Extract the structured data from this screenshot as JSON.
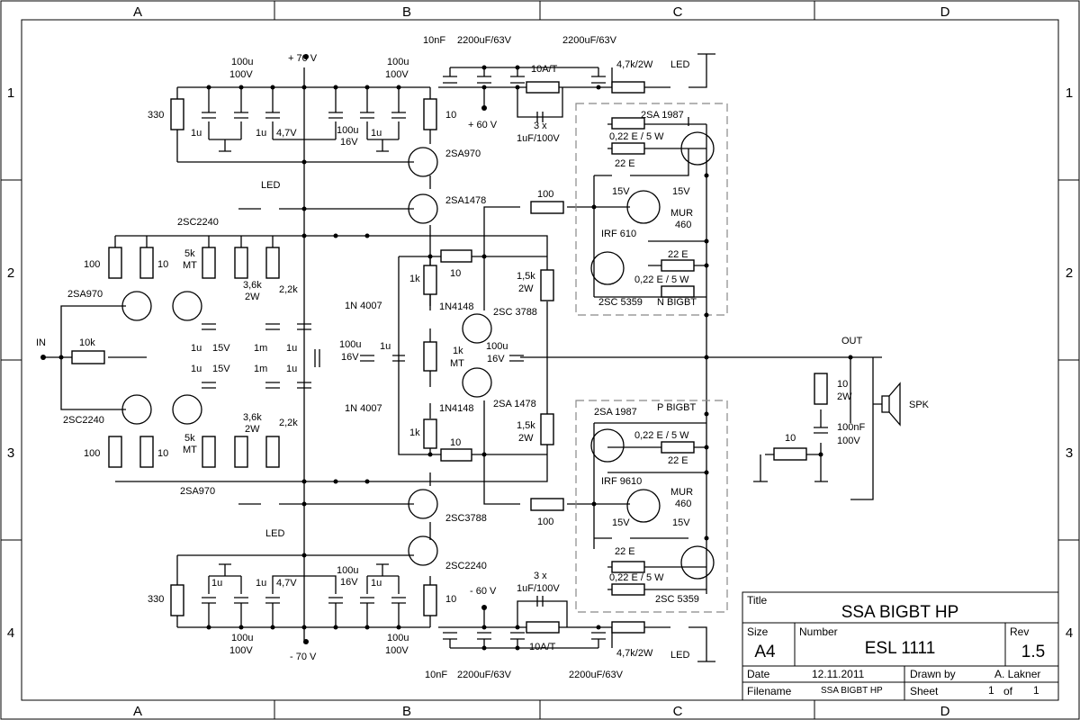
{
  "border": {
    "columns": [
      "A",
      "B",
      "C",
      "D"
    ],
    "rows": [
      "1",
      "2",
      "3",
      "4"
    ]
  },
  "title_block": {
    "title_label": "Title",
    "title": "SSA BIGBT HP",
    "size_label": "Size",
    "size": "A4",
    "number_label": "Number",
    "number": "ESL 1111",
    "rev_label": "Rev",
    "rev": "1.5",
    "date_label": "Date",
    "date": "12.11.2011",
    "drawn_label": "Drawn by",
    "drawn_by": "A. Lakner",
    "filename_label": "Filename",
    "filename": "SSA BIGBT HP",
    "sheet_label": "Sheet",
    "sheet_num": "1",
    "of_label": "of",
    "sheet_total": "1"
  },
  "labels": {
    "plus70": "+ 70 V",
    "minus70": "- 70 V",
    "plus60": "+ 60 V",
    "minus60": "- 60 V",
    "in": "IN",
    "out": "OUT",
    "spk": "SPK",
    "led": "LED",
    "r330": "330",
    "r10": "10",
    "r100": "100",
    "r10k": "10k",
    "r1k": "1k",
    "r1_5k": "1,5k",
    "r2w": "2W",
    "r3_6k": "3,6k",
    "r2_2k": "2,2k",
    "mt5k": "5k",
    "mt": "MT",
    "r22e": "22 E",
    "r022": "0,22 E / 5 W",
    "r47k": "4,7k/2W",
    "c1u": "1u",
    "c1m": "1m",
    "c100u": "100u",
    "v100": "100V",
    "v16": "16V",
    "c10nf": "10nF",
    "c2200": "2200uF/63V",
    "fuse": "10A/T",
    "x3": "3 x",
    "c1u100v": "1uF/100V",
    "c100nf": "100nF",
    "z47": "4,7V",
    "z15": "15V",
    "d1n4007": "1N 4007",
    "d1n4148": "1N4148",
    "mur": "MUR",
    "mur460": "460",
    "q2sa970": "2SA970",
    "q2sc2240": "2SC2240",
    "q2sa1478": "2SA1478",
    "q2sc3788": "2SC3788",
    "q2sc3788b": "2SC 3788",
    "q2sa1478b": "2SA 1478",
    "q2sa1987": "2SA 1987",
    "q2sc5359": "2SC 5359",
    "irf610": "IRF 610",
    "irf9610": "IRF 9610",
    "nbigbt": "N BIGBT",
    "pbigbt": "P BIGBT"
  }
}
